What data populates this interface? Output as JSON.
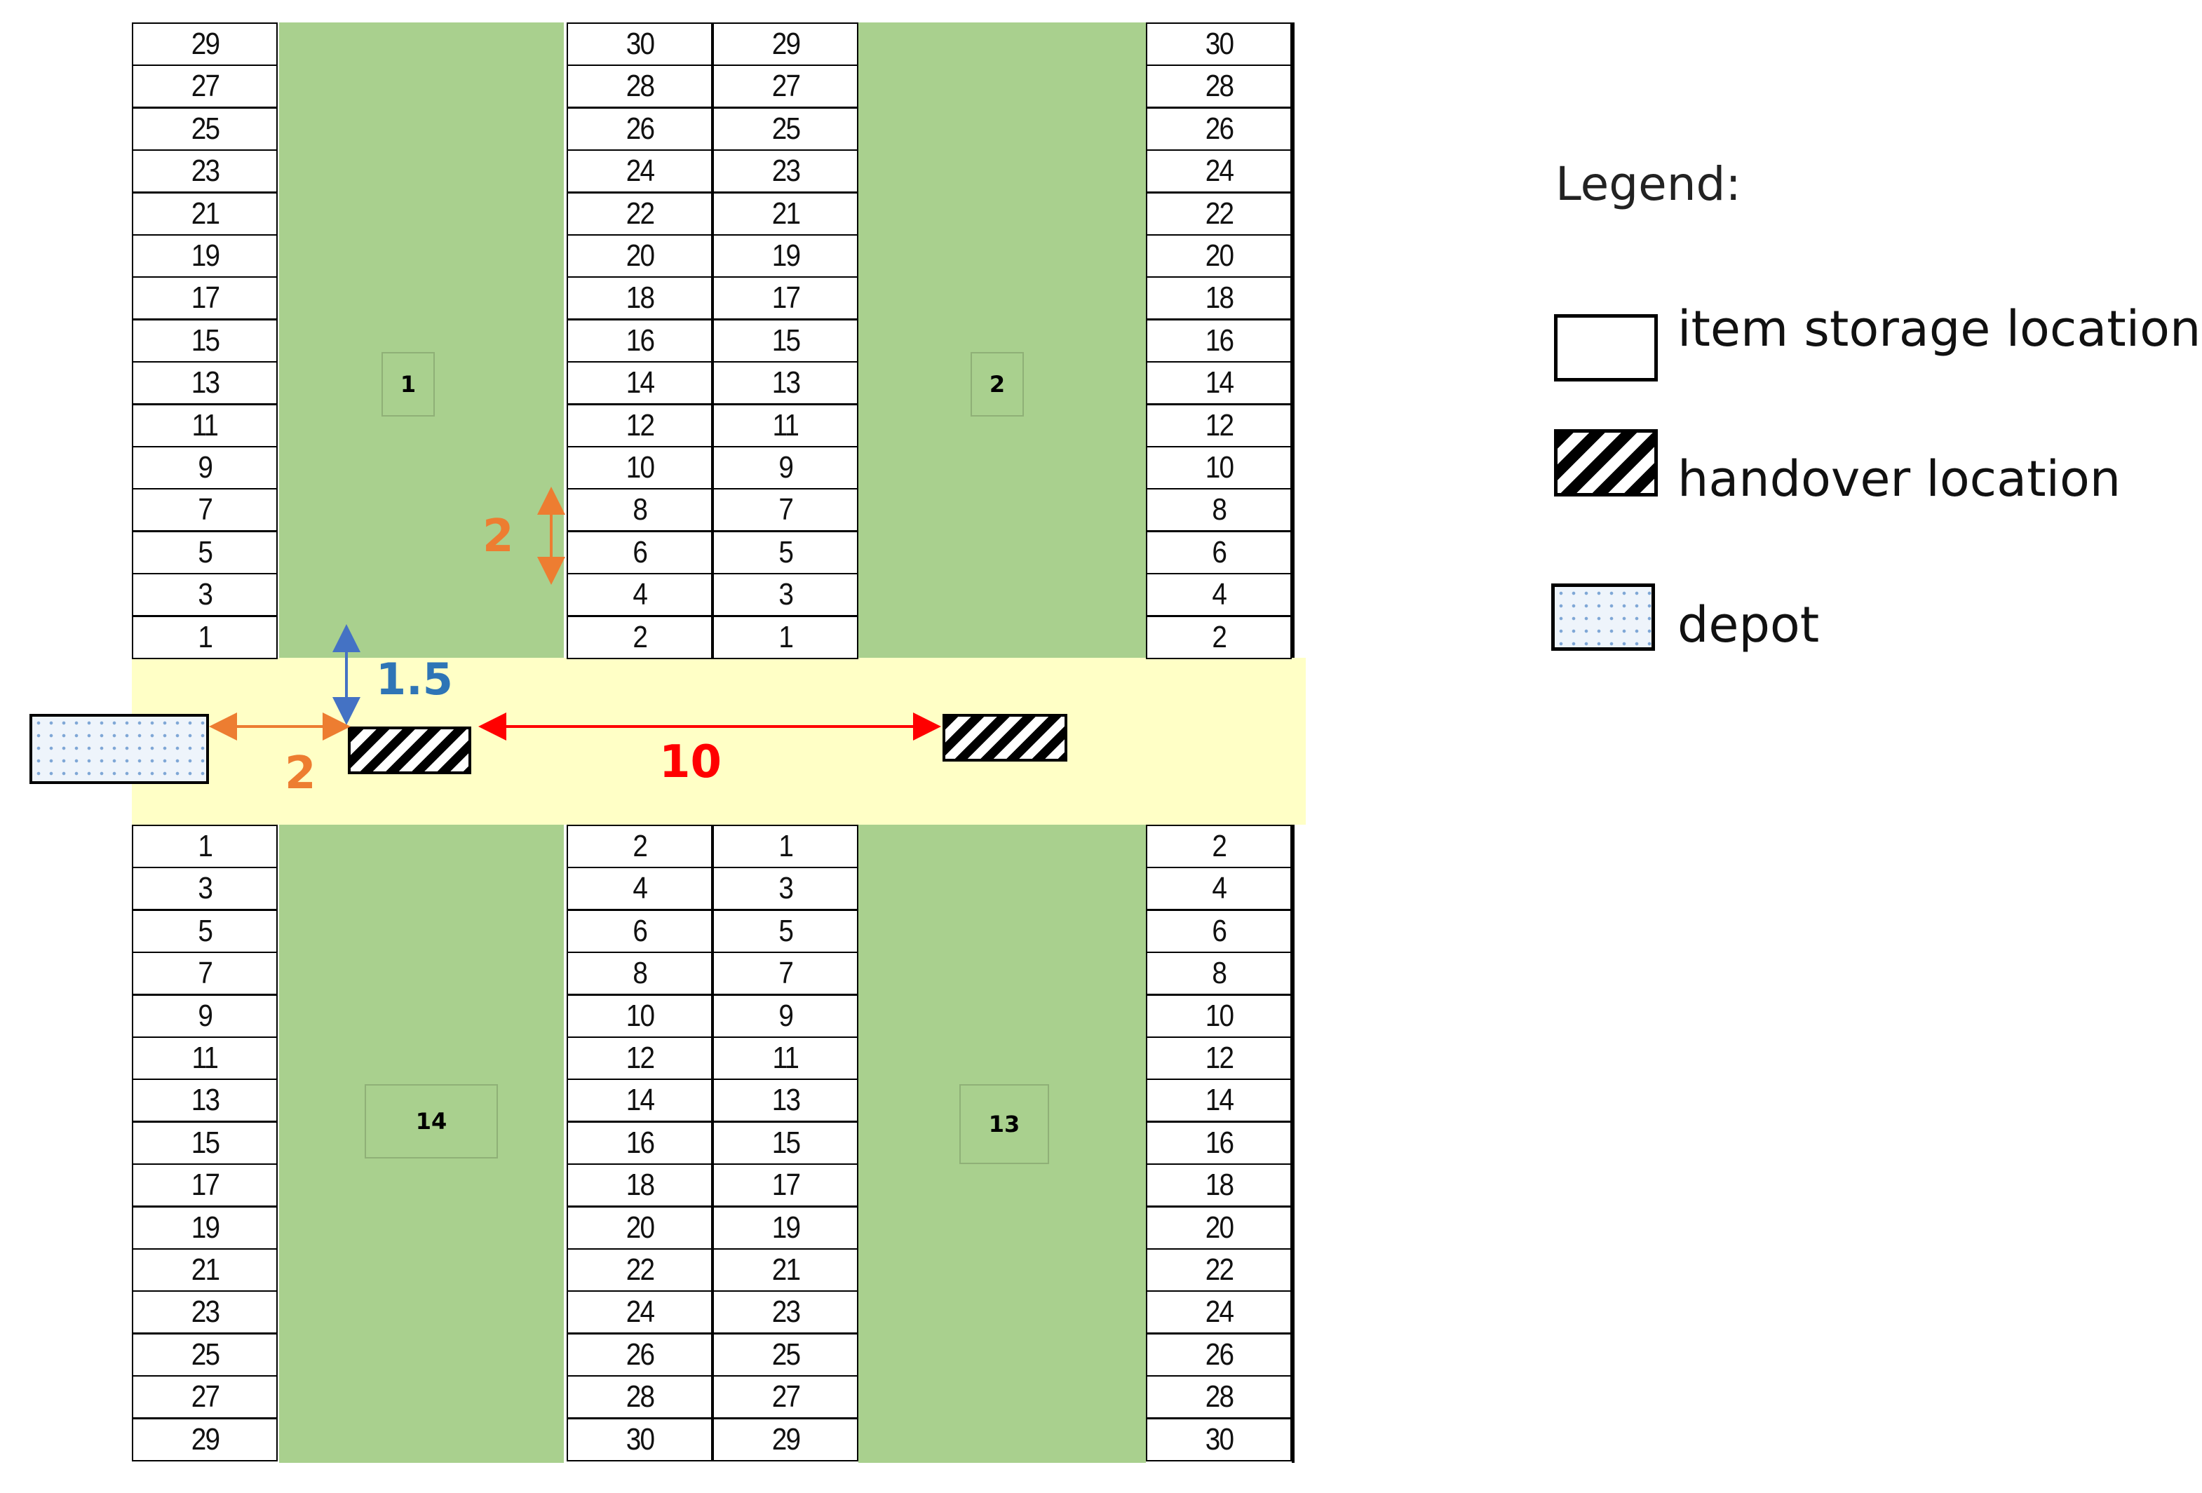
{
  "diagram": {
    "aisles": [
      {
        "id": "aisle-1",
        "label": "1"
      },
      {
        "id": "aisle-2",
        "label": "2"
      },
      {
        "id": "aisle-14",
        "label": "14"
      },
      {
        "id": "aisle-13",
        "label": "13"
      }
    ],
    "racks": {
      "top": [
        [
          "29",
          "27",
          "25",
          "23",
          "21",
          "19",
          "17",
          "15",
          "13",
          "11",
          "9",
          "7",
          "5",
          "3",
          "1"
        ],
        [
          "30",
          "28",
          "26",
          "24",
          "22",
          "20",
          "18",
          "16",
          "14",
          "12",
          "10",
          "8",
          "6",
          "4",
          "2"
        ],
        [
          "29",
          "27",
          "25",
          "23",
          "21",
          "19",
          "17",
          "15",
          "13",
          "11",
          "9",
          "7",
          "5",
          "3",
          "1"
        ],
        [
          "30",
          "28",
          "26",
          "24",
          "22",
          "20",
          "18",
          "16",
          "14",
          "12",
          "10",
          "8",
          "6",
          "4",
          "2"
        ]
      ],
      "bottom": [
        [
          "1",
          "3",
          "5",
          "7",
          "9",
          "11",
          "13",
          "15",
          "17",
          "19",
          "21",
          "23",
          "25",
          "27",
          "29"
        ],
        [
          "2",
          "4",
          "6",
          "8",
          "10",
          "12",
          "14",
          "16",
          "18",
          "20",
          "22",
          "24",
          "26",
          "28",
          "30"
        ],
        [
          "1",
          "3",
          "5",
          "7",
          "9",
          "11",
          "13",
          "15",
          "17",
          "19",
          "21",
          "23",
          "25",
          "27",
          "29"
        ],
        [
          "2",
          "4",
          "6",
          "8",
          "10",
          "12",
          "14",
          "16",
          "18",
          "20",
          "22",
          "24",
          "26",
          "28",
          "30"
        ]
      ]
    },
    "dimensions": {
      "location_depth": "2",
      "cross_aisle_offset": "1.5",
      "depot_to_handover": "2",
      "handover_spacing": "10"
    },
    "colors": {
      "aisle": "#a9d08e",
      "cross_aisle": "#ffffc6",
      "orange_arrow": "#ed7d31",
      "blue_arrow": "#4472c4",
      "red_arrow": "#ff0000",
      "blue_text": "#2e75b6"
    }
  },
  "legend": {
    "title": "Legend:",
    "items": [
      {
        "label": "item storage location",
        "symbol": "item-storage-location-symbol"
      },
      {
        "label": "handover location",
        "symbol": "handover-location-symbol"
      },
      {
        "label": "depot",
        "symbol": "depot-symbol"
      }
    ]
  }
}
